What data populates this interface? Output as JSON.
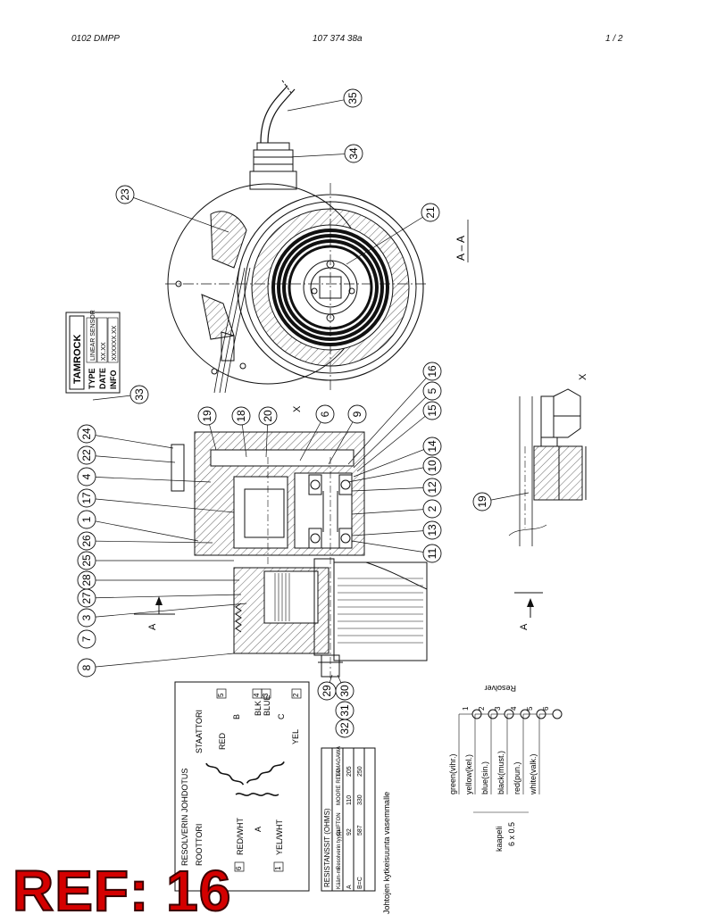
{
  "header": {
    "left": "0102 DMPP",
    "center": "107 374 38a",
    "right": "1 /   2"
  },
  "balloons": [
    "35",
    "34",
    "23",
    "21",
    "33",
    "24",
    "22",
    "4",
    "17",
    "1",
    "26",
    "25",
    "28",
    "27",
    "3",
    "7",
    "8",
    "19",
    "18",
    "20",
    "6",
    "9",
    "16",
    "5",
    "15",
    "14",
    "10",
    "12",
    "2",
    "13",
    "11",
    "29",
    "30",
    "31",
    "32"
  ],
  "marks": {
    "x": "X",
    "section_view": "A  –  A",
    "arrow_a": "A"
  },
  "nameplate": {
    "brand": "TAMROCK",
    "rows": [
      {
        "label": "TYPE",
        "value": "LINEAR SENSOR"
      },
      {
        "label": "DATE",
        "value": "XX.XX"
      },
      {
        "label": "INFO",
        "value": "XXXXXX.XX"
      }
    ]
  },
  "wiring": {
    "title": "RESOLVERIN JOHDOTUS",
    "rotor": "ROOTTORI",
    "stator": "STAATTORI",
    "coil_a": "A",
    "coil_b": "B",
    "coil_c": "C",
    "wire_red": "RED",
    "wire_blk": "BLK",
    "wire_blue": "BLUE",
    "wire_yel": "YEL",
    "wire_red_wht": "RED/WHT",
    "wire_yel_wht": "YEL/WHT",
    "pin_5": "5",
    "pin_4": "4",
    "pin_3": "3",
    "pin_2": "2",
    "pin_6": "6",
    "pin_1": "1",
    "footnote": "Johtojen kytkeisuunta vasemmalle"
  },
  "resistance_table": {
    "title": "RESISTANSSIT (OHMS)",
    "header": [
      "Kääm-mi.",
      "Resolverin tyyppi:",
      "CLIFTON",
      "MOORE REED",
      "TAMAGAWA"
    ],
    "rows": [
      [
        "A",
        "92",
        "110",
        "205"
      ],
      [
        "B=C",
        "587",
        "330",
        "250"
      ]
    ]
  },
  "cable": {
    "resolver_label": "Resolver",
    "cable_label": "kaapeli",
    "cable_spec": "6 x 0.5",
    "wires": [
      {
        "num": "1",
        "label": "green(vihr.)"
      },
      {
        "num": "2",
        "label": "yellow(kel.)"
      },
      {
        "num": "3",
        "label": "blue(sin.)"
      },
      {
        "num": "4",
        "label": "black(must.)"
      },
      {
        "num": "5",
        "label": "red(pun.)"
      },
      {
        "num": "6",
        "label": "white(valk.)"
      }
    ]
  },
  "ref_label": "REF: 16"
}
